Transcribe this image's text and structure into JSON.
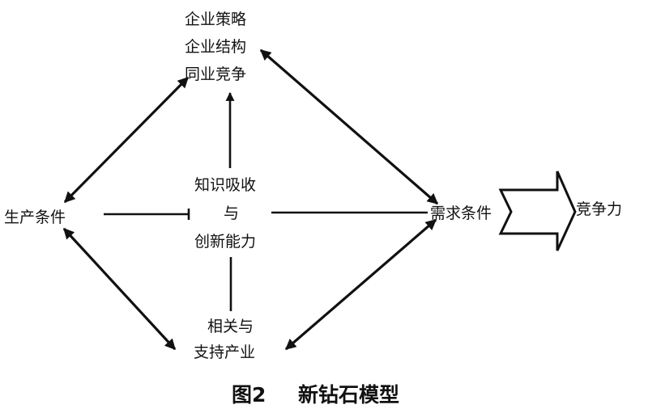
{
  "nodes": {
    "top": {
      "lines": [
        "企业策略",
        "企业结构",
        "同业竞争"
      ]
    },
    "left": {
      "label": "生产条件"
    },
    "center": {
      "lines": [
        "知识吸收",
        "与",
        "创新能力"
      ]
    },
    "right": {
      "label": "需求条件"
    },
    "bottom": {
      "lines": [
        "相关与",
        "支持产业"
      ]
    },
    "output": {
      "label": "竞争力"
    }
  },
  "caption": {
    "figure_no": "图2",
    "title": "新钻石模型"
  }
}
